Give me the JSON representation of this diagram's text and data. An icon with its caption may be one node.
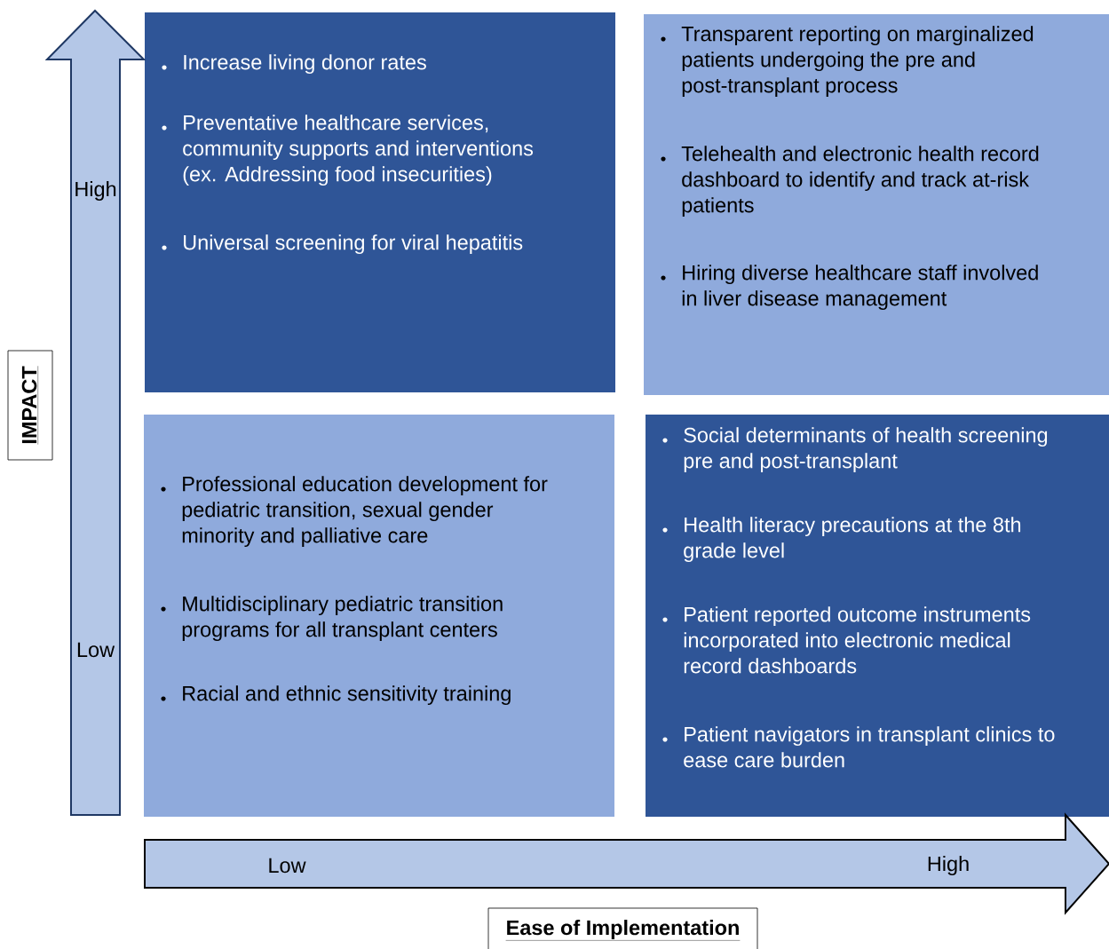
{
  "diagram": {
    "nodes": [
      {
        "text": [
          "Increase living donor rates",
          "Preventative healthcare services, community supports and interventions (ex. Addressing food insecurities)",
          "Universal screening for viral hepatitis"
        ]
      },
      {
        "text": [
          "Transparent reporting on marginalized patients undergoing the pre and post-transplant process",
          "Telehealth and electronic health record dashboard to identify and track at-risk patients",
          "Hiring diverse healthcare staff involved in liver disease management"
        ]
      },
      {
        "text": [
          "Professional education development for pediatric transition, sexual gender minority and palliative care",
          "Multidisciplinary pediatric transition programs for all transplant centers",
          "Racial and ethnic sensitivity training"
        ]
      },
      {
        "text": [
          "Social determinants of health screening pre and post-transplant",
          "Health literacy precautions at the 8th grade level",
          "Patient reported outcome instruments incorporated into electronic medical record dashboards",
          "Patient navigators in transplant clinics to ease care burden"
        ]
      },
      {
        "text": [
          "High",
          "Low"
        ]
      },
      {
        "text": [
          "IMPACT"
        ]
      },
      {
        "text": [
          "Low",
          "High"
        ]
      },
      {
        "text": [
          "Ease of Implementation"
        ]
      }
    ]
  }
}
